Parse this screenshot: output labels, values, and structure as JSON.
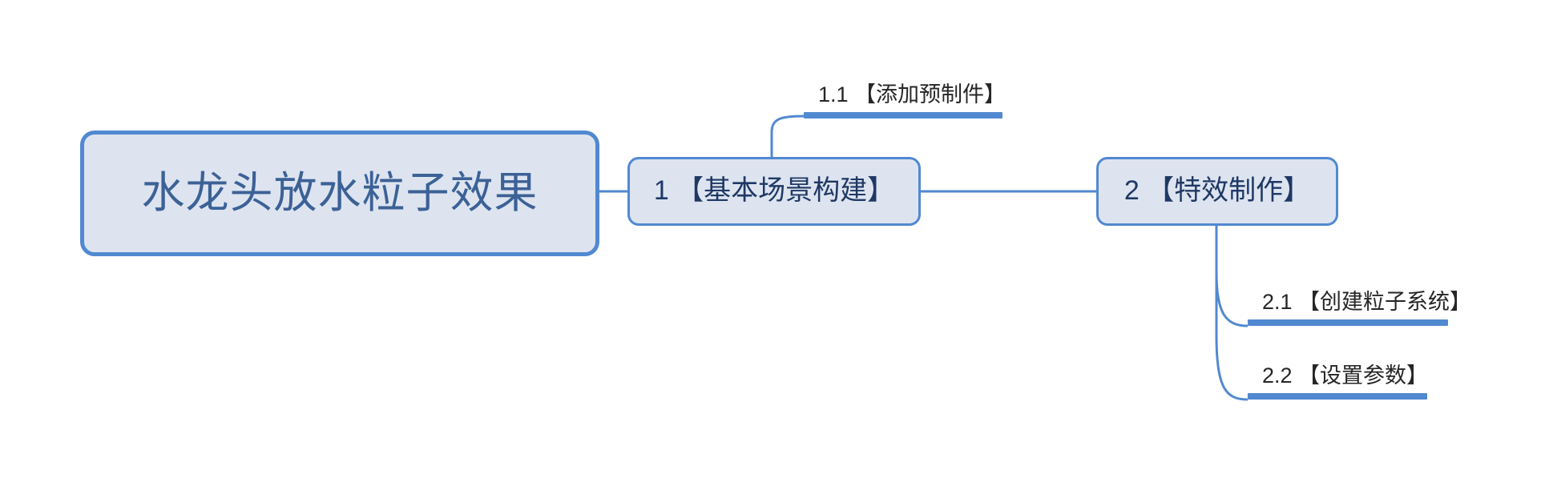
{
  "diagram": {
    "type": "mind-map",
    "background_color": "#ffffff",
    "palette": {
      "node_fill": "#dde4f0",
      "node_border": "#5189d1",
      "root_text": "#3c6196",
      "branch_text": "#1f3864",
      "leaf_text": "#262626",
      "connector": "#5189d1",
      "underline": "#5189d1"
    },
    "root": {
      "id": "root",
      "label": "水龙头放水粒子效果"
    },
    "branches": [
      {
        "id": "node-1",
        "label": "1 【基本场景构建】",
        "children": [
          {
            "id": "leaf-1-1",
            "label": "1.1 【添加预制件】"
          }
        ]
      },
      {
        "id": "node-2",
        "label": "2 【特效制作】",
        "children": [
          {
            "id": "leaf-2-1",
            "label": "2.1 【创建粒子系统】"
          },
          {
            "id": "leaf-2-2",
            "label": "2.2 【设置参数】"
          }
        ]
      }
    ]
  }
}
